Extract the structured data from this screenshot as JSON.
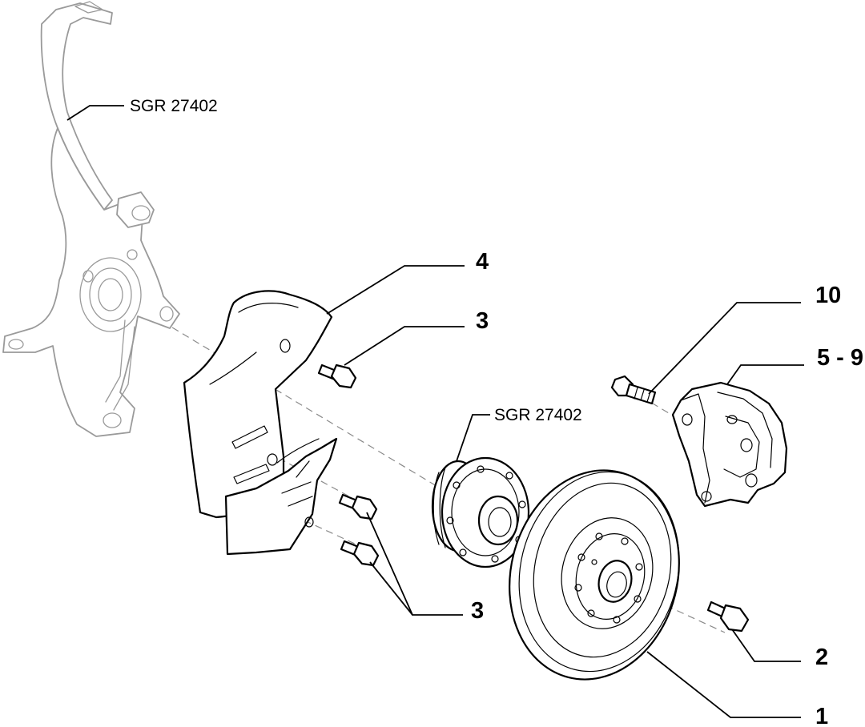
{
  "callouts": {
    "ref_knuckle": "SGR 27402",
    "ref_hub": "SGR 27402",
    "part_4": "4",
    "part_3_top": "3",
    "part_10": "10",
    "part_5_9": "5 - 9",
    "part_3_bottom": "3",
    "part_2": "2",
    "part_1": "1"
  }
}
